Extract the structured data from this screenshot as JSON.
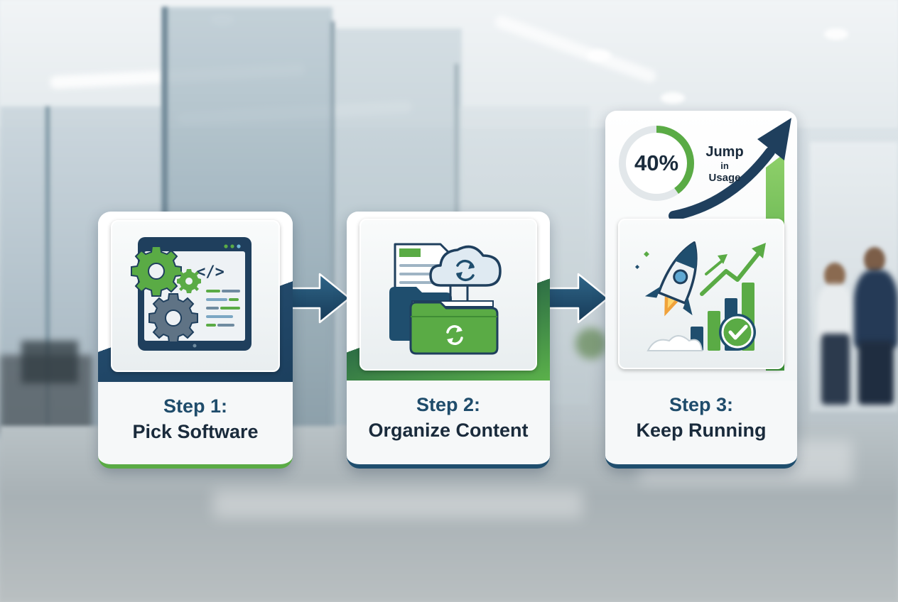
{
  "steps": [
    {
      "label": "Step 1:",
      "title": "Pick Software",
      "icons": [
        "gears-icon",
        "code-window-icon"
      ]
    },
    {
      "label": "Step 2:",
      "title": "Organize Content",
      "icons": [
        "documents-icon",
        "folder-sync-icon",
        "cloud-sync-icon"
      ]
    },
    {
      "label": "Step 3:",
      "title": "Keep Running",
      "icons": [
        "rocket-icon",
        "bar-chart-icon",
        "check-icon"
      ]
    }
  ],
  "stat": {
    "value": "40%",
    "word1": "Jump",
    "word2": "in",
    "word3": "Usage",
    "fill_fraction": 0.4
  },
  "colors": {
    "navy": "#1f4e6e",
    "green": "#5aab45",
    "dark_text": "#1a2b3c"
  }
}
